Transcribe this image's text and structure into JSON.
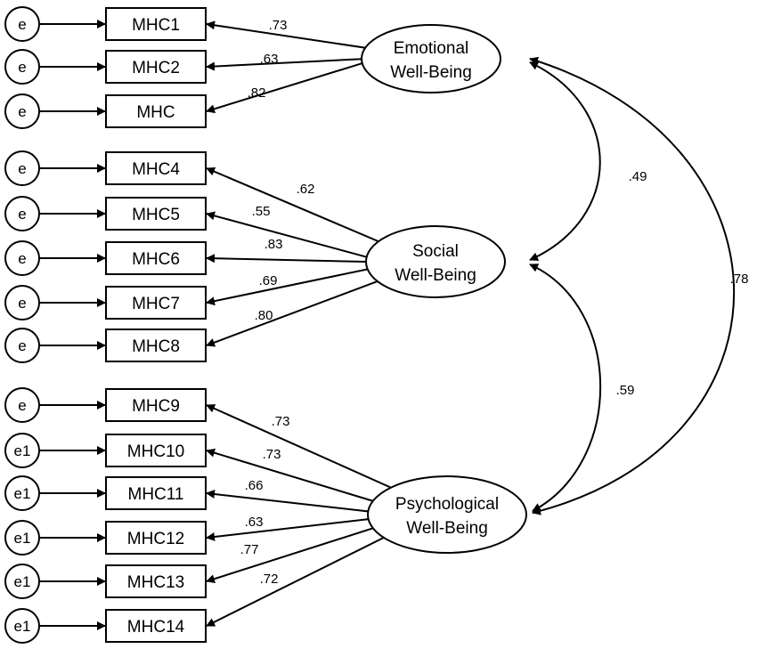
{
  "factors": [
    {
      "id": "emotional",
      "line1": "Emotional",
      "line2": "Well-Being"
    },
    {
      "id": "social",
      "line1": "Social",
      "line2": "Well-Being"
    },
    {
      "id": "psychological",
      "line1": "Psychological",
      "line2": "Well-Being"
    }
  ],
  "indicators": [
    {
      "label": "MHC1",
      "error": "e",
      "factor": "emotional",
      "loading": ".73"
    },
    {
      "label": "MHC2",
      "error": "e",
      "factor": "emotional",
      "loading": ".63"
    },
    {
      "label": "MHC",
      "error": "e",
      "factor": "emotional",
      "loading": ".82"
    },
    {
      "label": "MHC4",
      "error": "e",
      "factor": "social",
      "loading": ".62"
    },
    {
      "label": "MHC5",
      "error": "e",
      "factor": "social",
      "loading": ".55"
    },
    {
      "label": "MHC6",
      "error": "e",
      "factor": "social",
      "loading": ".83"
    },
    {
      "label": "MHC7",
      "error": "e",
      "factor": "social",
      "loading": ".69"
    },
    {
      "label": "MHC8",
      "error": "e",
      "factor": "social",
      "loading": ".80"
    },
    {
      "label": "MHC9",
      "error": "e",
      "factor": "psychological",
      "loading": ".73"
    },
    {
      "label": "MHC10",
      "error": "e1",
      "factor": "psychological",
      "loading": ".73"
    },
    {
      "label": "MHC11",
      "error": "e1",
      "factor": "psychological",
      "loading": ".66"
    },
    {
      "label": "MHC12",
      "error": "e1",
      "factor": "psychological",
      "loading": ".63"
    },
    {
      "label": "MHC13",
      "error": "e1",
      "factor": "psychological",
      "loading": ".77"
    },
    {
      "label": "MHC14",
      "error": "e1",
      "factor": "psychological",
      "loading": ".72"
    }
  ],
  "correlations": [
    {
      "from": "emotional",
      "to": "social",
      "value": ".49"
    },
    {
      "from": "social",
      "to": "psychological",
      "value": ".59"
    },
    {
      "from": "emotional",
      "to": "psychological",
      "value": ".78"
    }
  ]
}
